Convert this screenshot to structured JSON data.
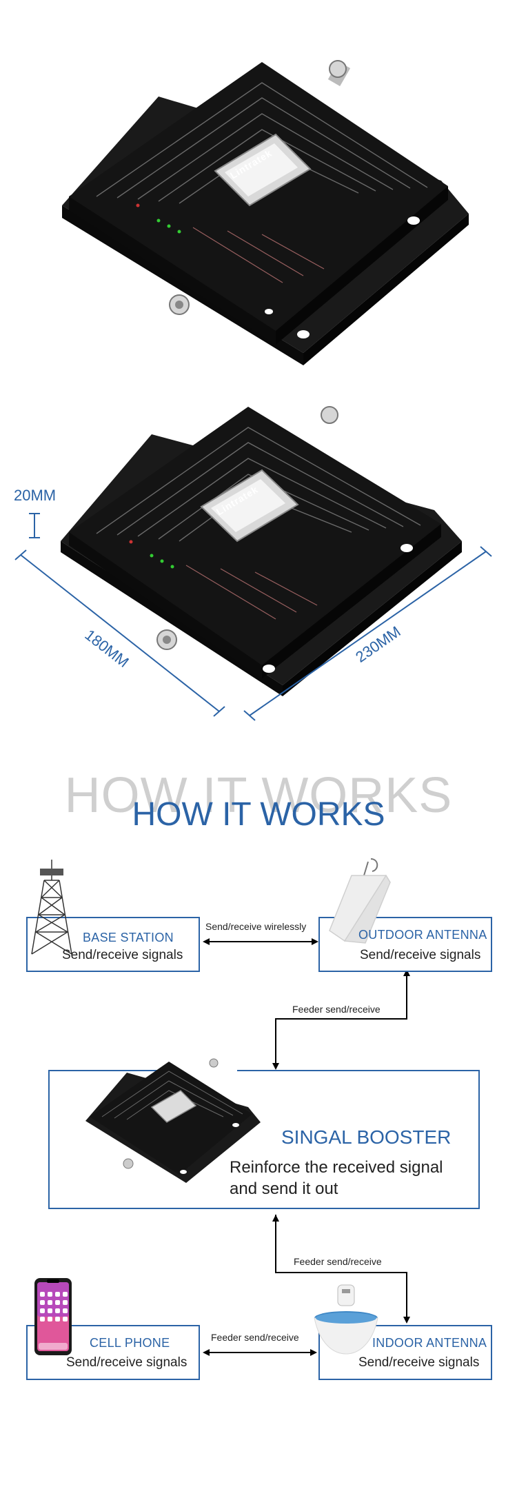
{
  "product": {
    "brand": "Lintratek"
  },
  "dimensions": {
    "height": "20MM",
    "depth": "180MM",
    "width": "230MM"
  },
  "section": {
    "watermark": "HOW IT WORKS",
    "heading": "HOW IT WORKS"
  },
  "diagram": {
    "base_station": {
      "title": "BASE STATION",
      "subtitle": "Send/receive signals"
    },
    "outdoor_antenna": {
      "title": "OUTDOOR ANTENNA",
      "subtitle": "Send/receive signals"
    },
    "booster": {
      "title": "SINGAL BOOSTER",
      "line1": "Reinforce the received signal",
      "line2": "and send it out"
    },
    "cell_phone": {
      "title": "CELL PHONE",
      "subtitle": "Send/receive signals"
    },
    "indoor_antenna": {
      "title": "INDOOR ANTENNA",
      "subtitle": "Send/receive signals"
    },
    "links": {
      "wireless": "Send/receive wirelessly",
      "feeder_top": "Feeder send/receive",
      "feeder_mid": "Feeder send/receive",
      "feeder_bottom": "Feeder send/receive"
    }
  },
  "colors": {
    "accent": "#2b63a6",
    "device": "#141414",
    "watermark": "#cfcfcf"
  }
}
